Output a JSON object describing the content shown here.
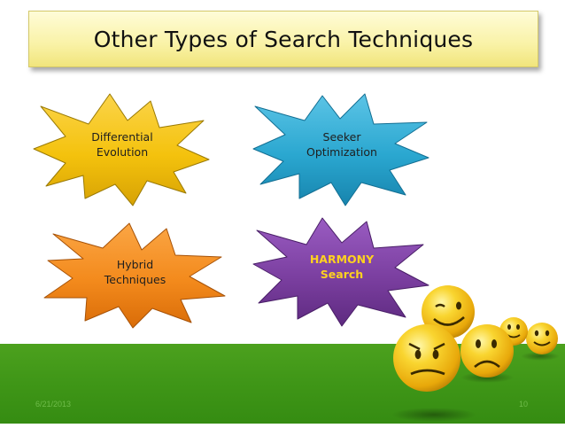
{
  "slide": {
    "title": "Other Types of Search Techniques",
    "footer": {
      "date": "6/21/2013",
      "page_number": "10"
    },
    "techniques": [
      {
        "line1": "Differential",
        "line2": "Evolution",
        "fill": "#f4c20d"
      },
      {
        "line1": "Seeker",
        "line2": "Optimization",
        "fill": "#2aa7d0"
      },
      {
        "line1": "Hybrid",
        "line2": "Techniques",
        "fill": "#f38a1c"
      },
      {
        "line1": "HARMONY",
        "line2": "Search",
        "fill": "#7b3fa0",
        "text_color": "#ffd21f"
      }
    ],
    "illustration": "smiley-faces-icon",
    "colors": {
      "banner": "#f9f2a6",
      "grass": "#3f9617",
      "smiley": "#f6c40c"
    }
  }
}
